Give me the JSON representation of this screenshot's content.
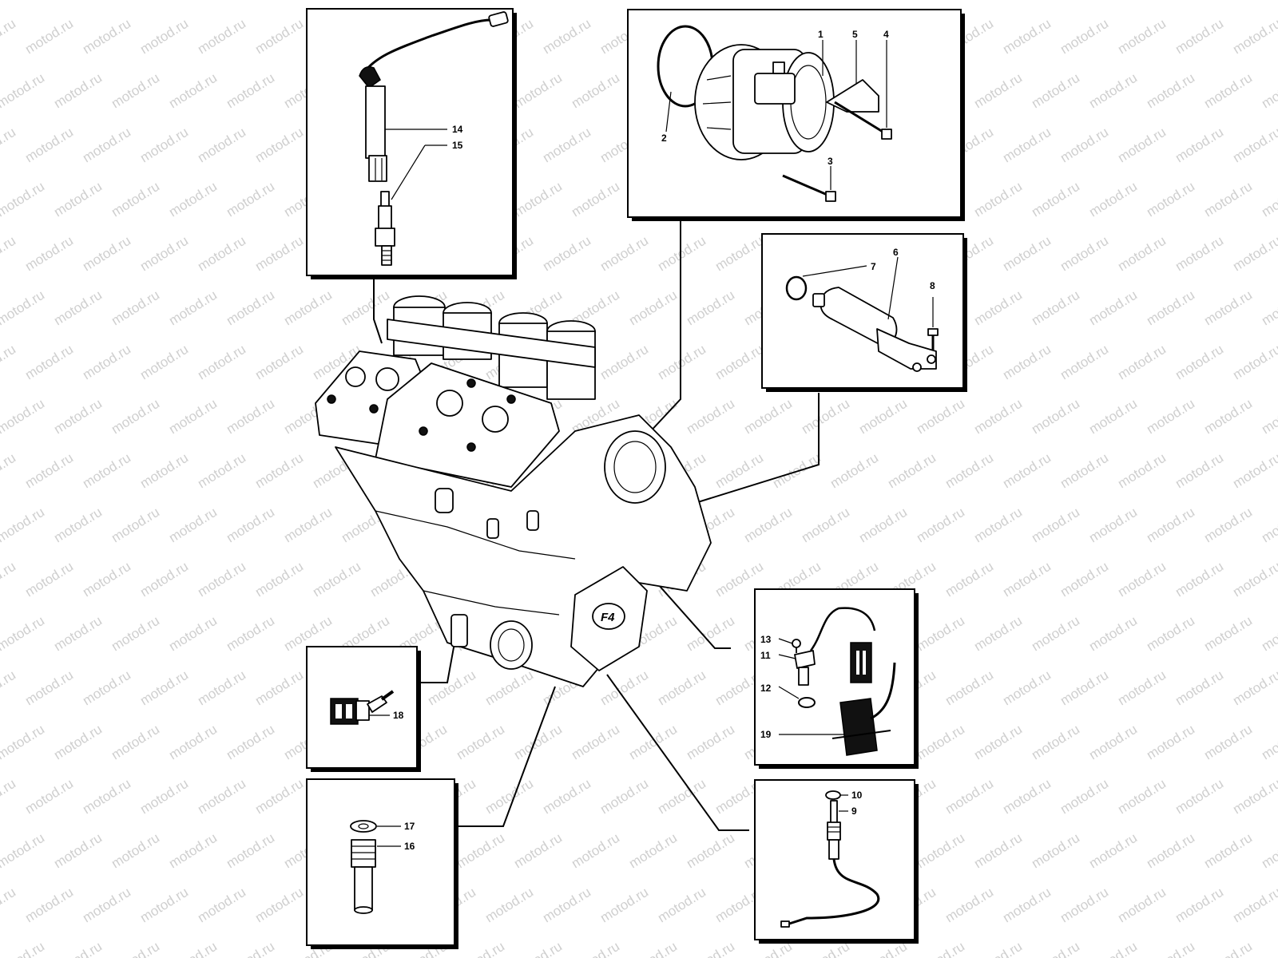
{
  "watermark": {
    "text": "motod.ru"
  },
  "parts": {
    "p1": "1",
    "p2": "2",
    "p3": "3",
    "p4": "4",
    "p5": "5",
    "p6": "6",
    "p7": "7",
    "p8": "8",
    "p9": "9",
    "p10": "10",
    "p11": "11",
    "p12": "12",
    "p13": "13",
    "p14": "14",
    "p15": "15",
    "p16": "16",
    "p17": "17",
    "p18": "18",
    "p19": "19"
  },
  "engine": {
    "badge": "F4"
  }
}
